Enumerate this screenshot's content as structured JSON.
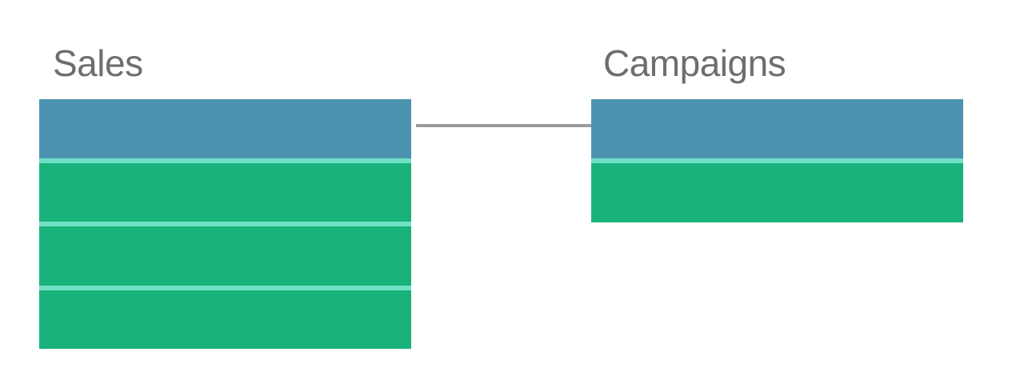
{
  "tables": {
    "sales": {
      "title": "Sales",
      "header_rows": 1,
      "field_rows": 3
    },
    "campaigns": {
      "title": "Campaigns",
      "header_rows": 1,
      "field_rows": 1
    }
  },
  "colors": {
    "header_row": "#4b93b1",
    "field_row": "#19b27b",
    "row_separator": "#6fe0c6",
    "connector": "#9a9a9a",
    "title_text": "#6e6e6e"
  }
}
